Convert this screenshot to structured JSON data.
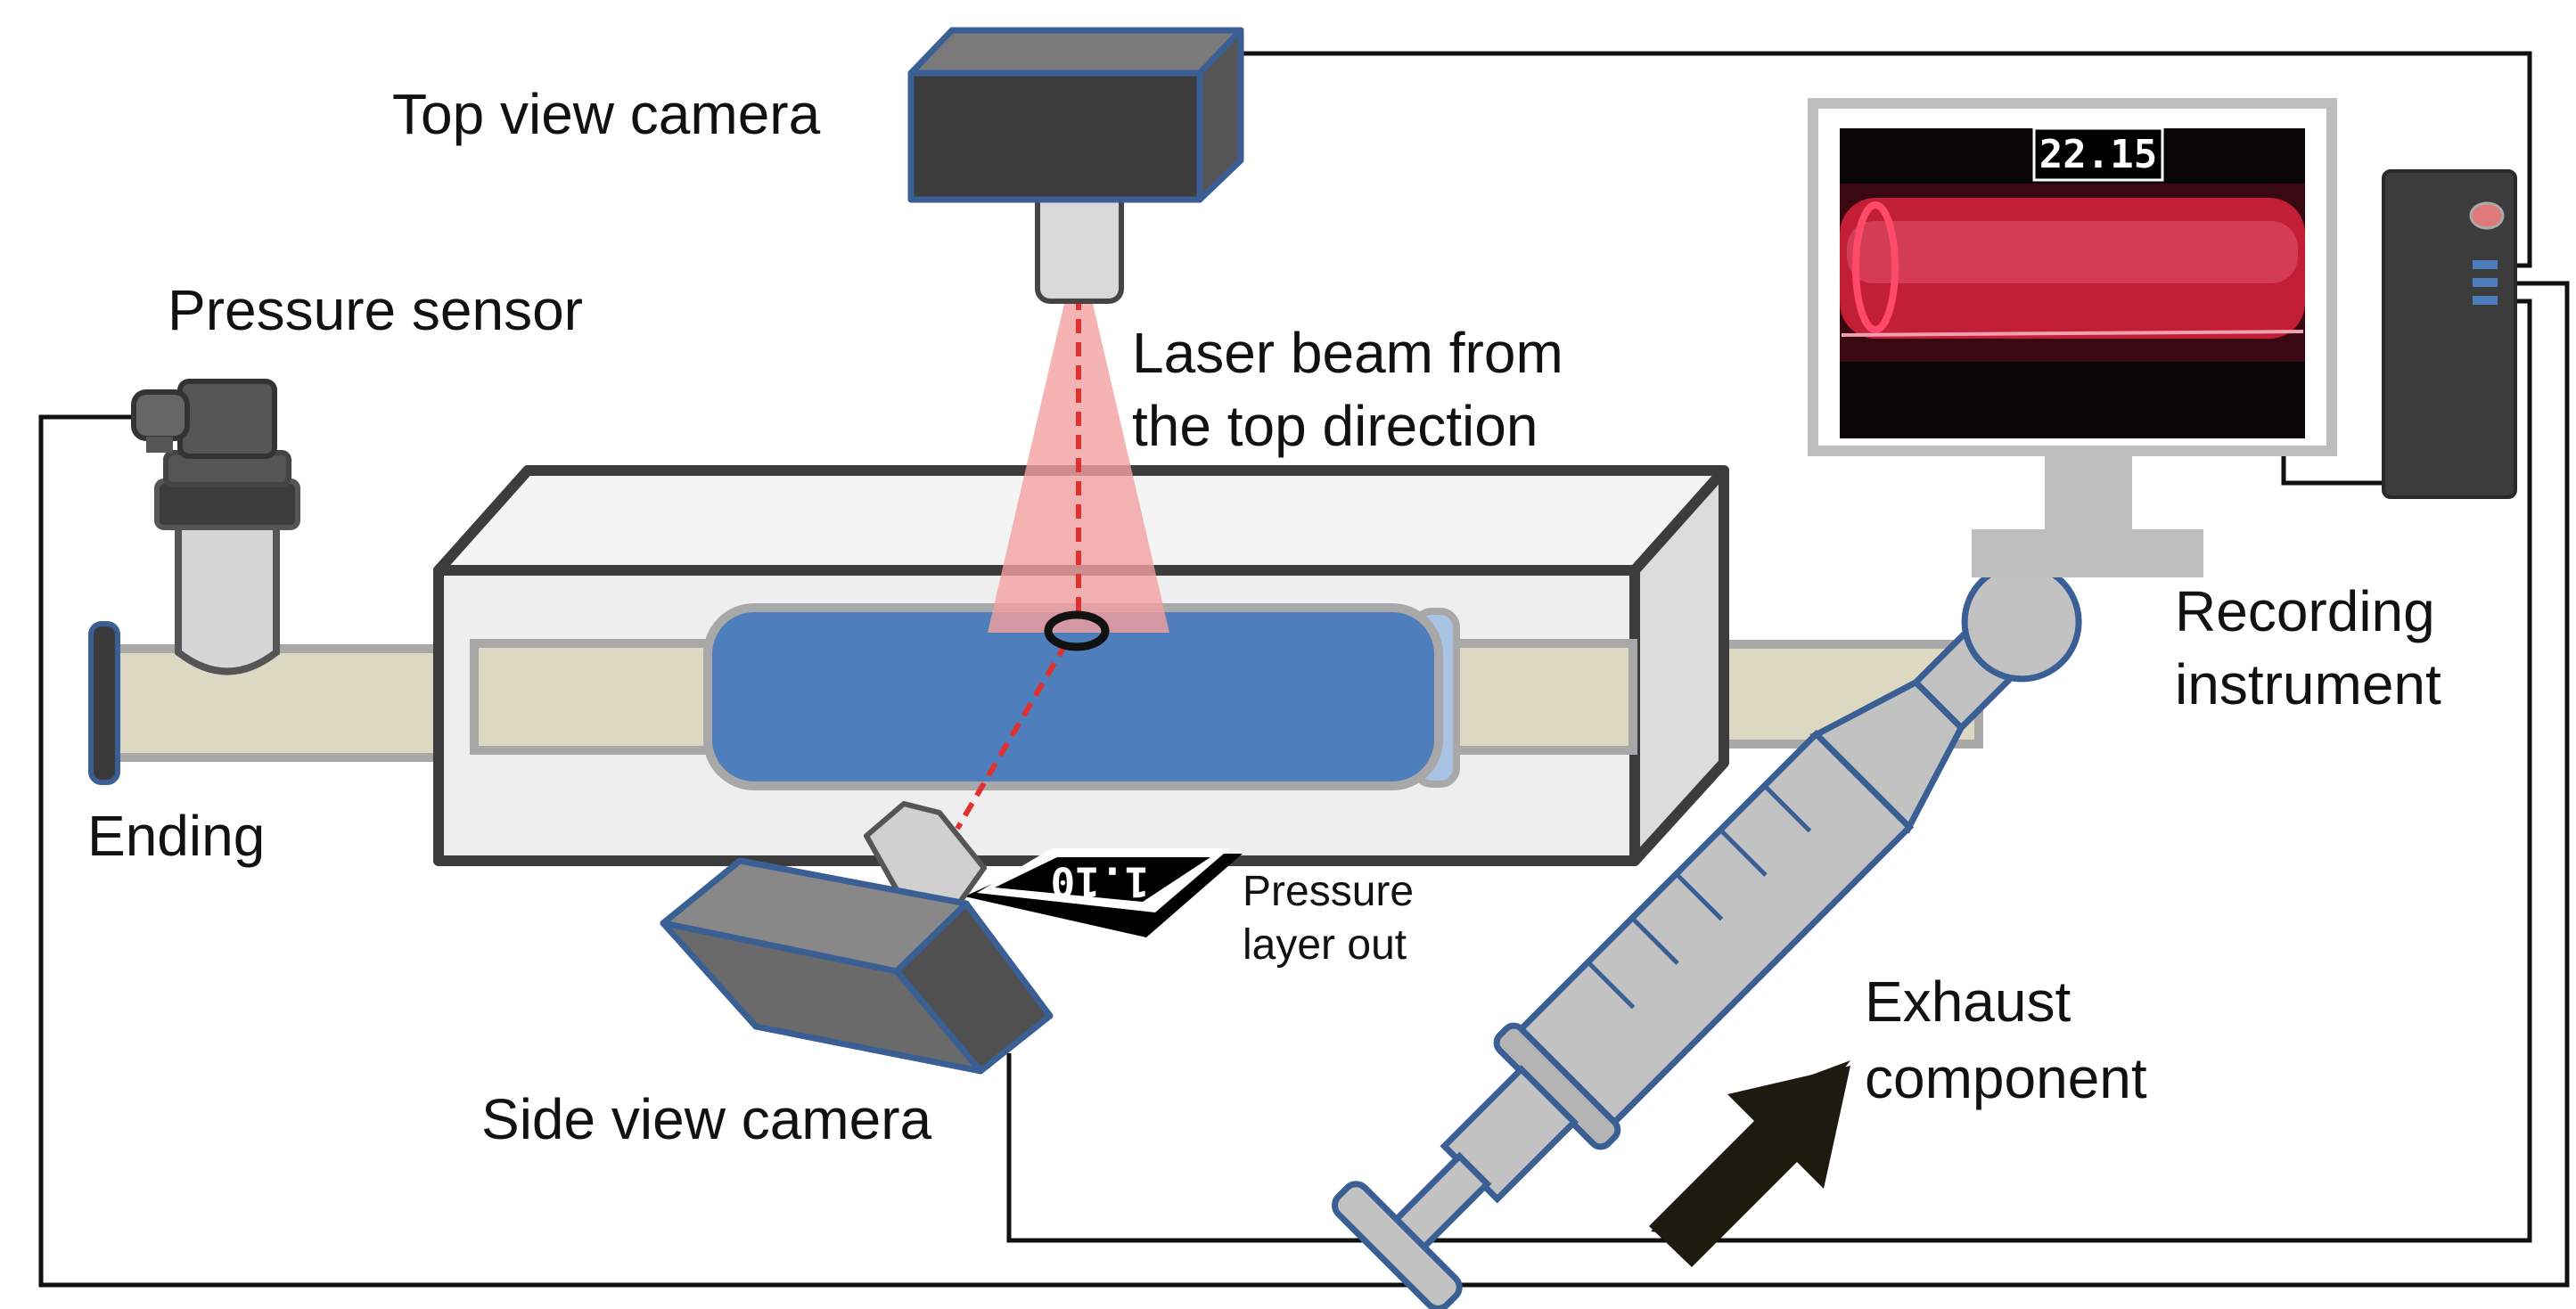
{
  "labels": {
    "top_camera": "Top view camera",
    "pressure_sensor": "Pressure sensor",
    "laser_line1": "Laser beam from",
    "laser_line2": "the top direction",
    "ending": "Ending",
    "pressure_layer_line1": "Pressure",
    "pressure_layer_line2": "layer out",
    "side_camera": "Side view camera",
    "exhaust_line1": "Exhaust",
    "exhaust_line2": "component",
    "recording_line1": "Recording",
    "recording_line2": "instrument"
  },
  "readouts": {
    "monitor_value": "22.15",
    "pressure_display": "1.10"
  },
  "colors": {
    "outline_blue": "#3a5f94",
    "camera_dark": "#3c3c3c",
    "camera_face": "#555555",
    "lens_gray": "#d8d8d8",
    "pipe_beige": "#ddd8c2",
    "pipe_border": "#a8a8a8",
    "chamber_fill": "#eeeeee",
    "tube_blue": "#4e7ebb",
    "laser_red": "#e03030",
    "laser_cone": "#f4a0a0",
    "syringe_gray": "#c2c2c2",
    "arrow_black": "#1e1a10",
    "wire_black": "#111111"
  }
}
